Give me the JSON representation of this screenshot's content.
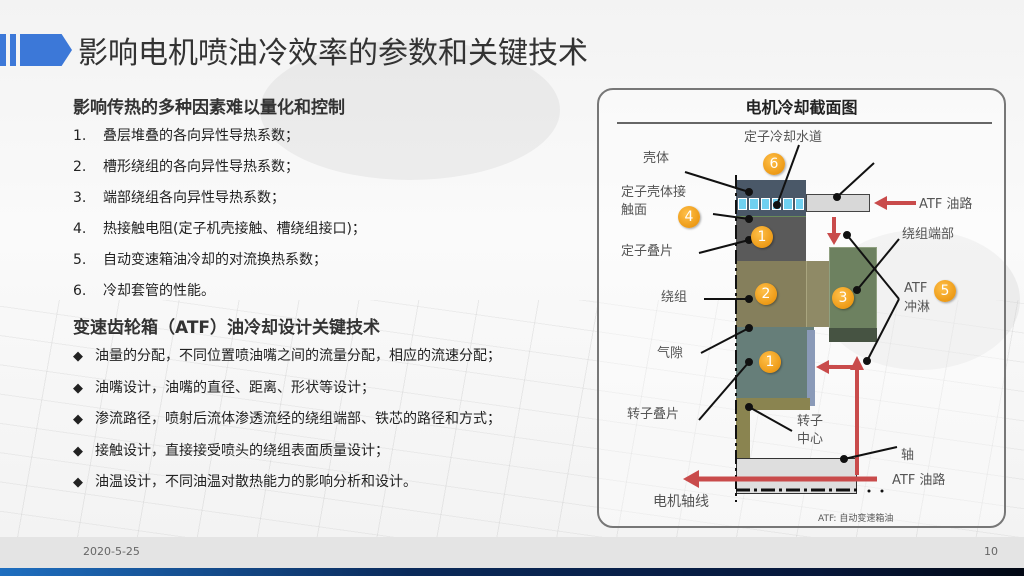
{
  "title": "影响电机喷油冷效率的参数和关键技术",
  "section1": {
    "heading": "影响传热的多种因素难以量化和控制",
    "items": [
      {
        "num": "1.",
        "text": "叠层堆叠的各向异性导热系数；"
      },
      {
        "num": "2.",
        "text": "槽形绕组的各向异性导热系数；"
      },
      {
        "num": "3.",
        "text": "端部绕组各向异性导热系数；"
      },
      {
        "num": "4.",
        "text": "热接触电阻(定子机壳接触、槽绕组接口)；"
      },
      {
        "num": "5.",
        "text": "自动变速箱油冷却的对流换热系数；"
      },
      {
        "num": "6.",
        "text": "冷却套管的性能。"
      }
    ]
  },
  "section2": {
    "heading": "变速齿轮箱（ATF）油冷却设计关键技术",
    "bullet": "◆",
    "items": [
      "油量的分配，不同位置喷油嘴之间的流量分配，相应的流速分配；",
      "油嘴设计，油嘴的直径、距离、形状等设计；",
      "渗流路径，喷射后流体渗透流经的绕组端部、铁芯的路径和方式；",
      "接触设计，直接接受喷头的绕组表面质量设计；",
      "油温设计，不同油温对散热能力的影响分析和设计。"
    ]
  },
  "diagram": {
    "title": "电机冷却截面图",
    "labels": {
      "water_channel": "定子冷却水道",
      "housing": "壳体",
      "contact_line1": "定子壳体接",
      "contact_line2": "触面",
      "atf_path_top": "ATF 油路",
      "stator_lam": "定子叠片",
      "end_winding": "绕组端部",
      "winding": "绕组",
      "atf_spray_line1": "ATF",
      "atf_spray_line2": "冲淋",
      "air_gap": "气隙",
      "rotor_lam": "转子叠片",
      "rotor_center_line1": "转子",
      "rotor_center_line2": "中心",
      "shaft": "轴",
      "atf_path_bottom": "ATF 油路",
      "motor_axis": "电机轴线",
      "footnote": "ATF: 自动变速箱油"
    },
    "badges": {
      "b6": "6",
      "b4": "4",
      "b1a": "1",
      "b2": "2",
      "b3": "3",
      "b5": "5",
      "b1b": "1"
    },
    "colors": {
      "housing": "#4a5868",
      "water": "#6fd0f0",
      "stator": "#5a5a5a",
      "winding": "#857f5c",
      "end_winding": "#6d8160",
      "rotor": "#667e79",
      "rotor_center": "#8a8450",
      "shaft": "#dedede",
      "arrow": "#c94b4b",
      "badge": "#f0a020"
    }
  },
  "footer": {
    "date": "2020-5-25",
    "page": "10"
  }
}
